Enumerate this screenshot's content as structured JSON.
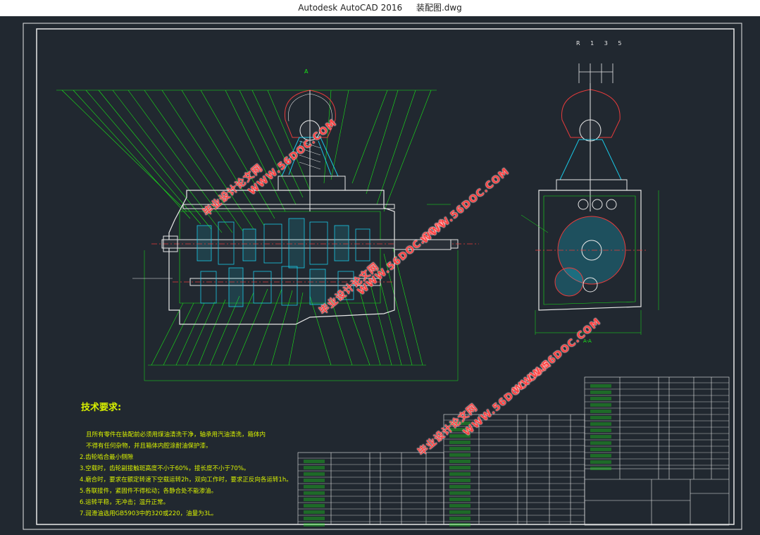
{
  "window": {
    "app_title": "Autodesk AutoCAD 2016",
    "file_name": "装配图.dwg"
  },
  "drawing": {
    "shift_pattern_label": "R 1 3 5",
    "section_label_top": "A",
    "section_label_bottom": "A-A",
    "tech_requirements": {
      "heading": "技术要求:",
      "lines": [
        "且所有零件在装配前必须用煤油清洗干净，轴承用汽油清洗，箱体内",
        "不得有任何杂物，并且箱体内腔涂耐油保护漆。",
        "2.齿轮啮合最小侧隙",
        "3.空载时，齿轮副接触斑高度不小于60%，接长度不小于70%。",
        "4.磨合时，要求在额定转速下空载运转2h，双向工作时，要求正反向各运转1h。",
        "5.各联接件，紧固件不得松动；各静合处不能渗油。",
        "6.运转平稳，无冲击；温升正常。",
        "7.润滑油选用GB5903中的320或220，油量为3L。"
      ]
    },
    "watermark": {
      "text_a": "WWW.56DOC.COM",
      "text_b": "毕业设计论文网"
    }
  },
  "colors": {
    "background": "#212830",
    "frame": "#ffffff",
    "green": "#19e619",
    "cyan": "#19c8e6",
    "yellow": "#d8f000",
    "red": "#e63b3b",
    "white": "#e8e8e8"
  }
}
